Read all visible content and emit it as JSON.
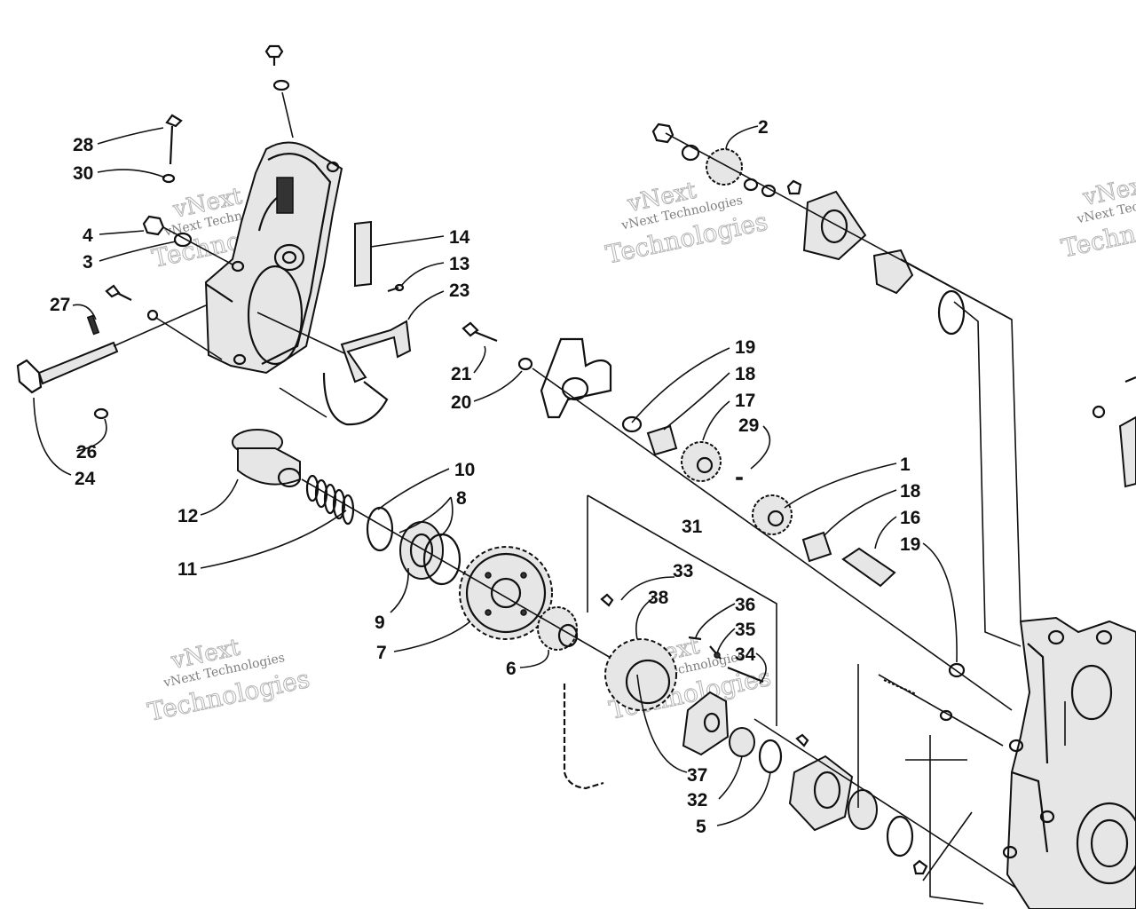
{
  "watermark": {
    "brand": "vNext",
    "company": "vNext Technologies",
    "word": "Technologies"
  },
  "callouts": [
    {
      "id": "28",
      "label": "28"
    },
    {
      "id": "30",
      "label": "30"
    },
    {
      "id": "4",
      "label": "4"
    },
    {
      "id": "3",
      "label": "3"
    },
    {
      "id": "27",
      "label": "27"
    },
    {
      "id": "24",
      "label": "24"
    },
    {
      "id": "26",
      "label": "26"
    },
    {
      "id": "14",
      "label": "14"
    },
    {
      "id": "13",
      "label": "13"
    },
    {
      "id": "23",
      "label": "23"
    },
    {
      "id": "12",
      "label": "12"
    },
    {
      "id": "11",
      "label": "11"
    },
    {
      "id": "10",
      "label": "10"
    },
    {
      "id": "8",
      "label": "8"
    },
    {
      "id": "9",
      "label": "9"
    },
    {
      "id": "7",
      "label": "7"
    },
    {
      "id": "6",
      "label": "6"
    },
    {
      "id": "21",
      "label": "21"
    },
    {
      "id": "20",
      "label": "20"
    },
    {
      "id": "19a",
      "label": "19"
    },
    {
      "id": "18a",
      "label": "18"
    },
    {
      "id": "17",
      "label": "17"
    },
    {
      "id": "29",
      "label": "29"
    },
    {
      "id": "1",
      "label": "1"
    },
    {
      "id": "18b",
      "label": "18"
    },
    {
      "id": "16",
      "label": "16"
    },
    {
      "id": "19b",
      "label": "19"
    },
    {
      "id": "2",
      "label": "2"
    },
    {
      "id": "31",
      "label": "31"
    },
    {
      "id": "33",
      "label": "33"
    },
    {
      "id": "38",
      "label": "38"
    },
    {
      "id": "36",
      "label": "36"
    },
    {
      "id": "35",
      "label": "35"
    },
    {
      "id": "34",
      "label": "34"
    },
    {
      "id": "37",
      "label": "37"
    },
    {
      "id": "32",
      "label": "32"
    },
    {
      "id": "5",
      "label": "5"
    }
  ]
}
